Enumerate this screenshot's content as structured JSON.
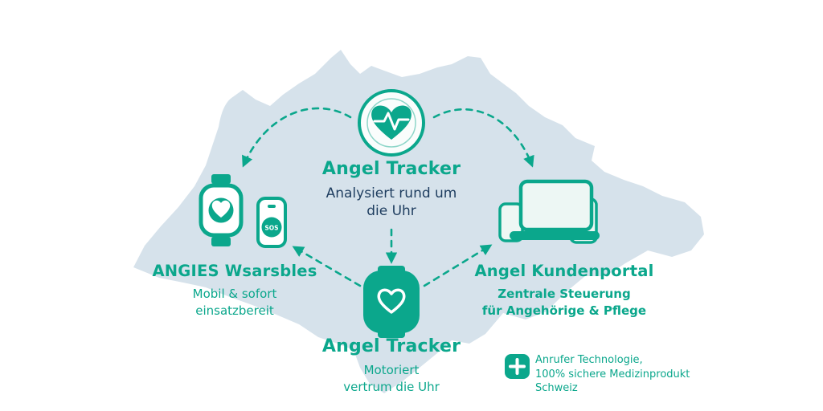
{
  "figure": {
    "type": "infographic-diagram",
    "background": "switzerland-map-silhouette"
  },
  "nodes": {
    "tracker_top": {
      "icon": "heart-pulse-circle-icon",
      "heading": "Angel Tracker",
      "desc_line1": "Analysiert rund um",
      "desc_line2": "die Uhr"
    },
    "wearables": {
      "icons": [
        "smartwatch-heart-icon",
        "sos-device-icon"
      ],
      "sos_label": "SOS",
      "heading": "ANGIES Wsarsbles",
      "desc_line1": "Mobil & sofort",
      "desc_line2": "einsatzbereit"
    },
    "tracker_watch": {
      "icon": "watch-heart-icon",
      "heading": "Angel Tracker",
      "desc_line1": "Motoriert",
      "desc_line2": "vertrum die Uhr"
    },
    "portal": {
      "icon": "multi-device-icon",
      "heading": "Angel Kundenportal",
      "desc_line1": "Zentrale Steuerung",
      "desc_line2": "für Angehörige & Pflege"
    },
    "badge": {
      "icon": "plus-square-icon",
      "line1": "Anrufer Technologie,",
      "line2": "100% sichere Medizinprodukt",
      "line3": "Schweiz"
    }
  },
  "connections": [
    {
      "from": "tracker_top",
      "to": "wearables",
      "style": "dashed-curve"
    },
    {
      "from": "tracker_top",
      "to": "portal",
      "style": "dashed-curve"
    },
    {
      "from": "tracker_top",
      "to": "tracker_watch",
      "style": "dashed-line"
    },
    {
      "from": "tracker_watch",
      "to": "wearables",
      "style": "dashed-line"
    },
    {
      "from": "tracker_watch",
      "to": "portal",
      "style": "dashed-line"
    }
  ],
  "colors": {
    "teal": "#0ba78c",
    "navy": "#1e3d5f",
    "map_fill": "#d6e2eb",
    "device_fill": "#edf7f4"
  }
}
